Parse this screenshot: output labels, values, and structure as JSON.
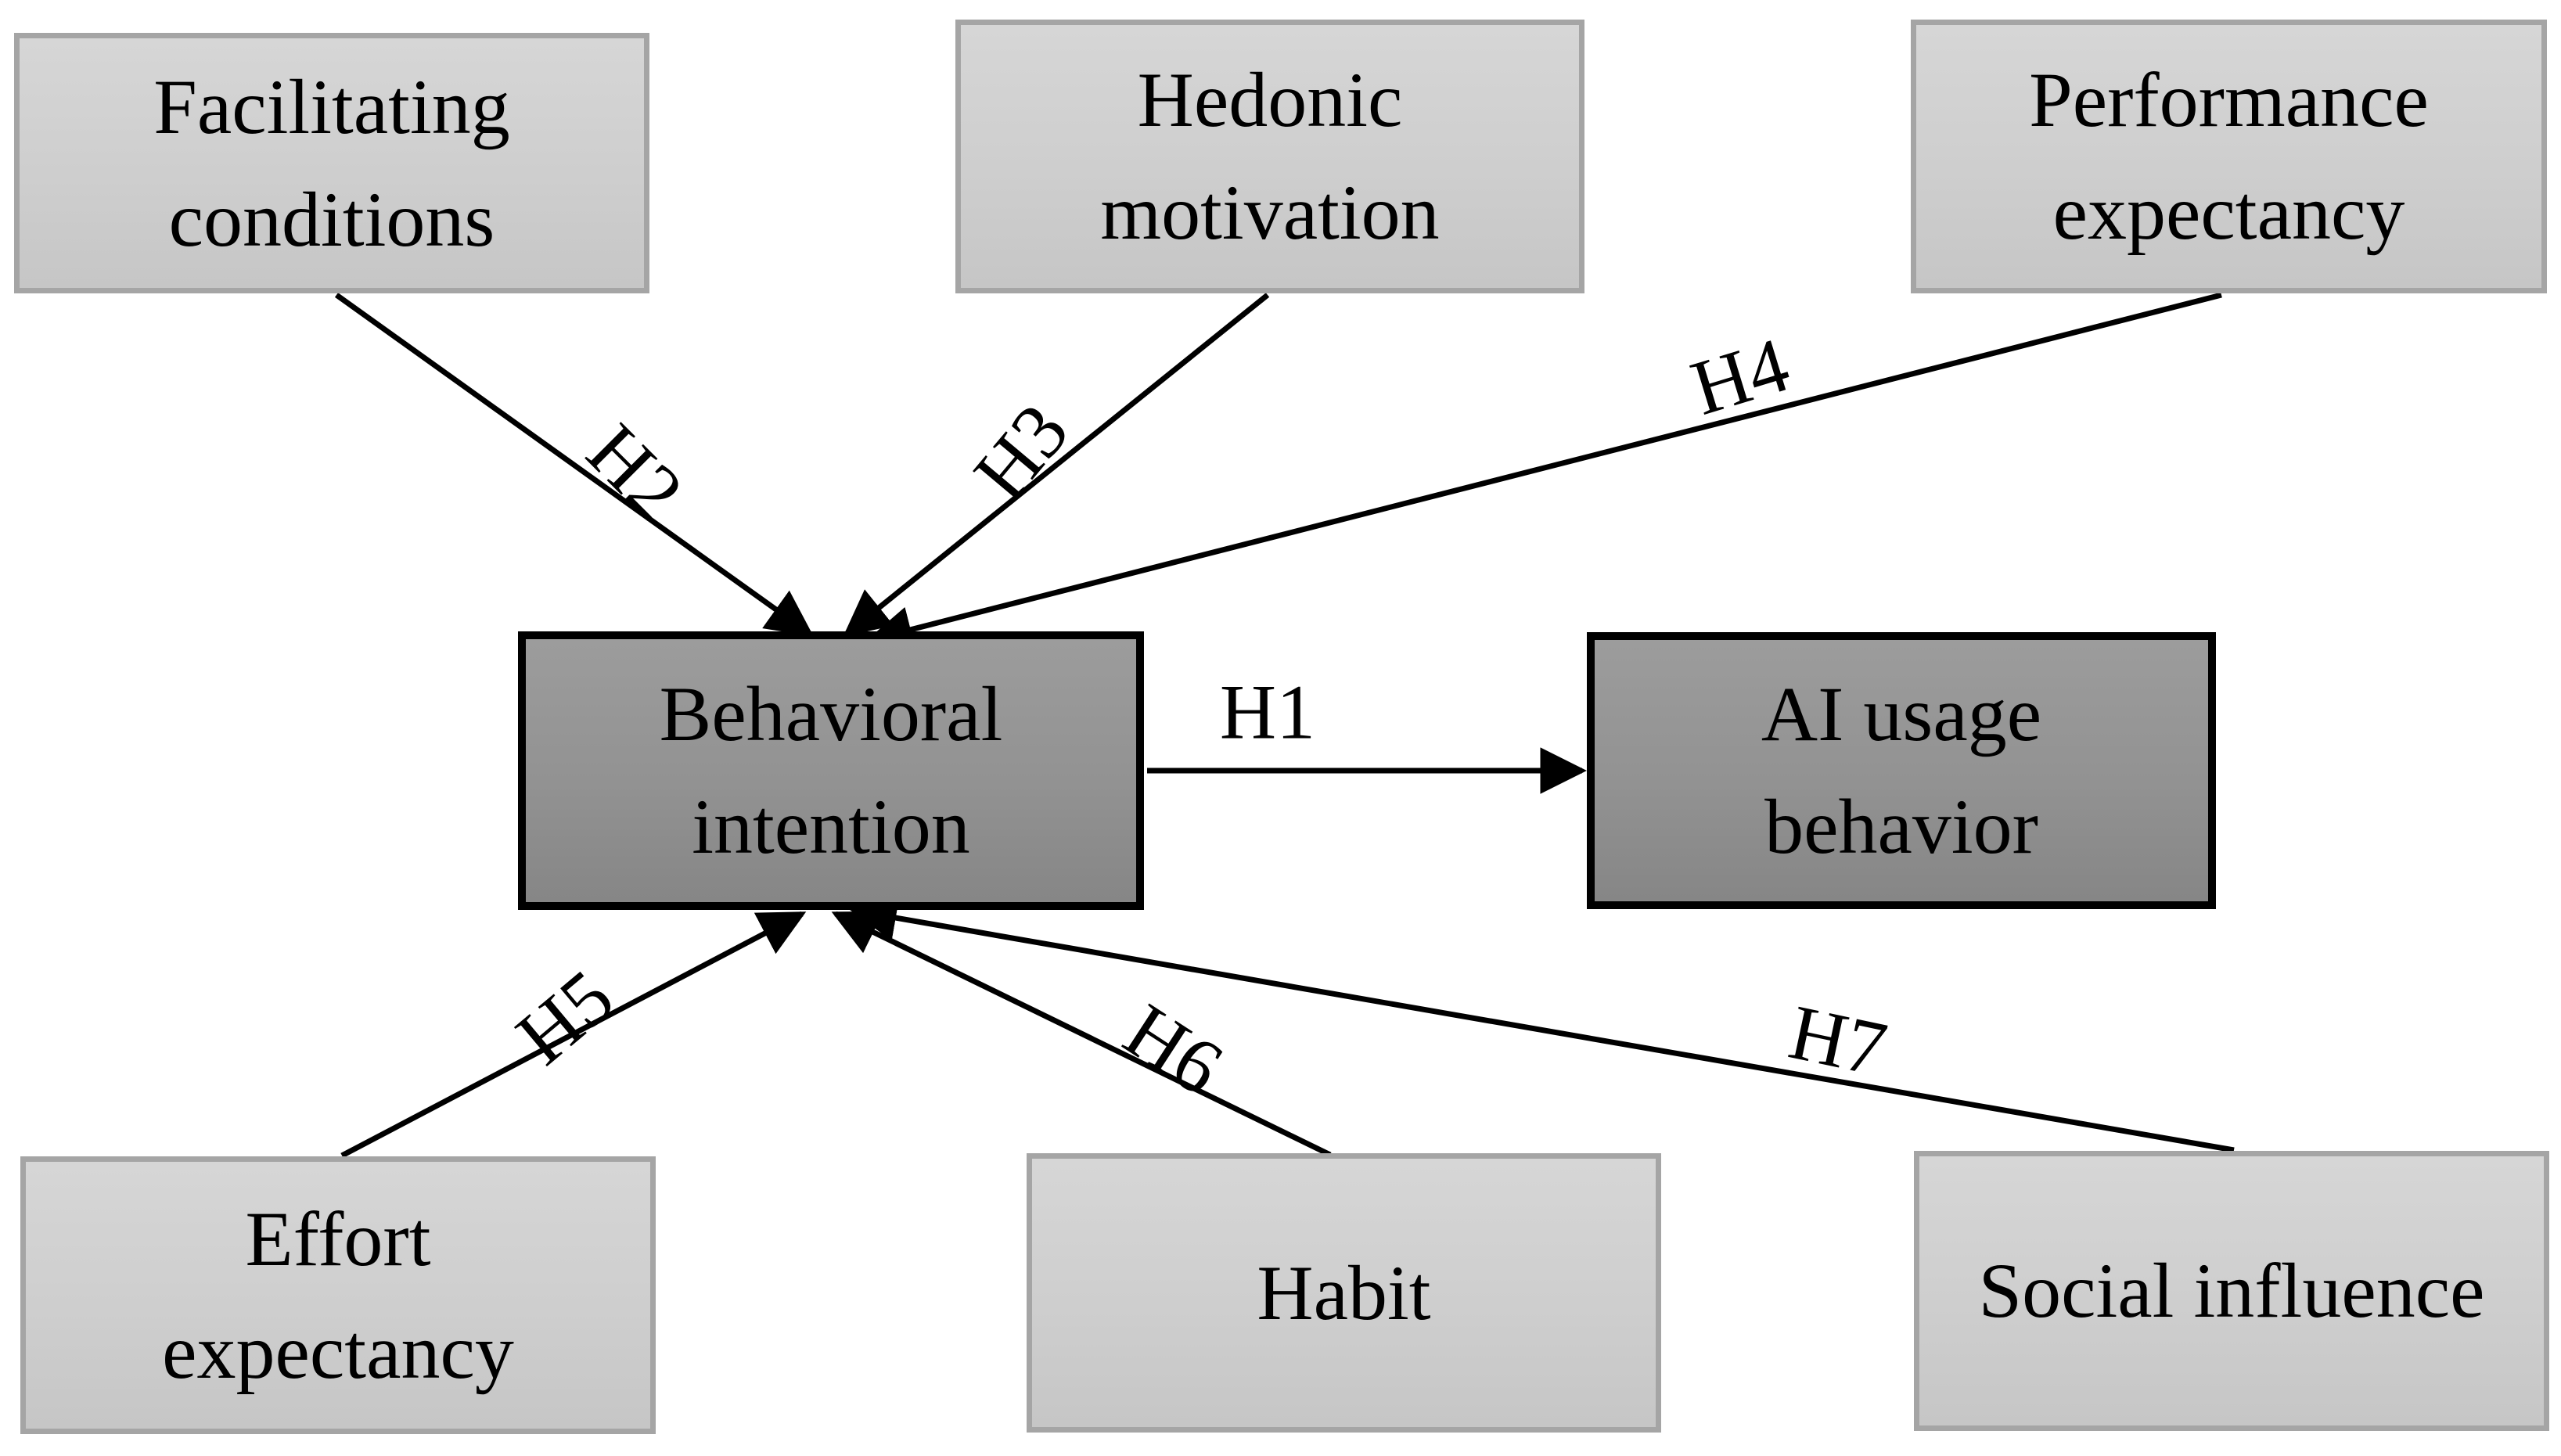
{
  "figure": {
    "type": "path-model-diagram",
    "background_color": "#ffffff",
    "line_color": "#000000",
    "light_box_fill_top": "#d6d6d6",
    "light_box_fill_bottom": "#c6c6c6",
    "light_box_border": "#a5a5a5",
    "dark_box_fill_top": "#9c9c9c",
    "dark_box_fill_bottom": "#868686",
    "dark_box_border": "#000000",
    "text_color": "#000000"
  },
  "nodes": {
    "facilitating": {
      "label": "Facilitating\nconditions"
    },
    "hedonic": {
      "label": "Hedonic\nmotivation"
    },
    "performance": {
      "label": "Performance\nexpectancy"
    },
    "behavioral": {
      "label": "Behavioral\nintention"
    },
    "ai_usage": {
      "label": "AI usage\nbehavior"
    },
    "effort": {
      "label": "Effort\nexpectancy"
    },
    "habit": {
      "label": "Habit"
    },
    "social": {
      "label": "Social influence"
    }
  },
  "edges": {
    "h1": {
      "label": "H1",
      "from": "Behavioral intention",
      "to": "AI usage behavior"
    },
    "h2": {
      "label": "H2",
      "from": "Facilitating conditions",
      "to": "Behavioral intention"
    },
    "h3": {
      "label": "H3",
      "from": "Hedonic motivation",
      "to": "Behavioral intention"
    },
    "h4": {
      "label": "H4",
      "from": "Performance expectancy",
      "to": "Behavioral intention"
    },
    "h5": {
      "label": "H5",
      "from": "Effort expectancy",
      "to": "Behavioral intention"
    },
    "h6": {
      "label": "H6",
      "from": "Habit",
      "to": "Behavioral intention"
    },
    "h7": {
      "label": "H7",
      "from": "Social influence",
      "to": "Behavioral intention"
    }
  }
}
